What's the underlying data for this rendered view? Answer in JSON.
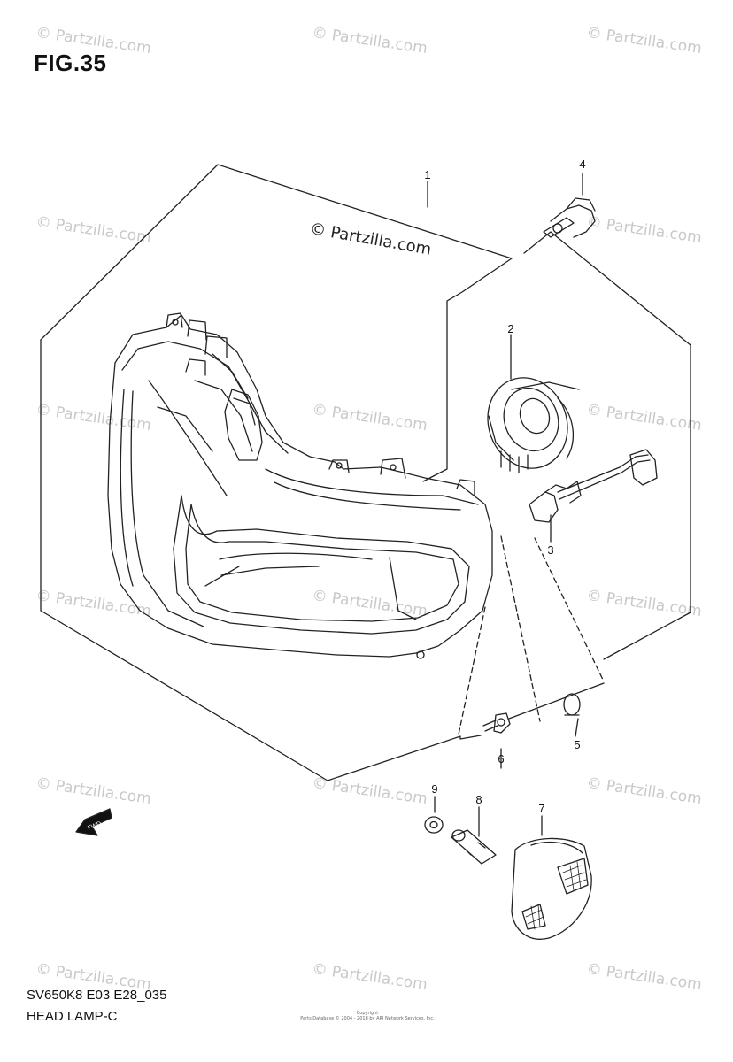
{
  "figure": {
    "title": "FIG.35",
    "model_code": "SV650K8 E03 E28_035",
    "name": "HEAD LAMP-C",
    "fwd_label": "FWD"
  },
  "watermark": {
    "text": "© Partzilla.com",
    "main_text": "© Partzilla.com"
  },
  "fine_print": {
    "line1": "Copyright",
    "line2": "Parts Database © 2004 - 2018 by ARI Network Services, Inc."
  },
  "callouts": {
    "c1": "1",
    "c2": "2",
    "c3": "3",
    "c4": "4",
    "c5": "5",
    "c6": "6",
    "c7": "7",
    "c8": "8",
    "c9": "9"
  },
  "colors": {
    "line": "#222222",
    "watermark": "#c9c9c9"
  }
}
